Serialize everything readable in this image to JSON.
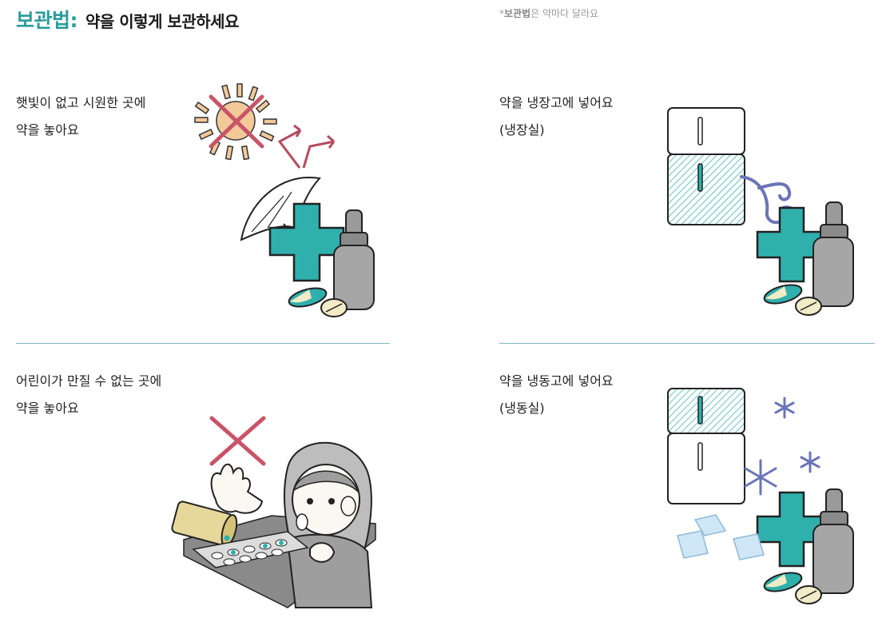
{
  "header": {
    "title_main": "보관법:",
    "title_sub": "약을 이렇게 보관하세요",
    "note_mark": "*",
    "note_bold": "보관법",
    "note_rest": "은 약마다 달라요"
  },
  "cells": [
    {
      "line1": "햇빛이 없고 시원한 곳에",
      "line2": "약을 놓아요"
    },
    {
      "line1": "약을 냉장고에 넣어요",
      "line2": "(냉장실)"
    },
    {
      "line1": "어린이가 만질 수 없는 곳에",
      "line2": "약을 놓아요"
    },
    {
      "line1": "약을 냉동고에 넣어요",
      "line2": "(냉동실)"
    }
  ],
  "colors": {
    "accent": "#2a9d9b",
    "cross": "#d05a6a",
    "teal": "#2fb0ad",
    "snow": "#6b74b8"
  }
}
